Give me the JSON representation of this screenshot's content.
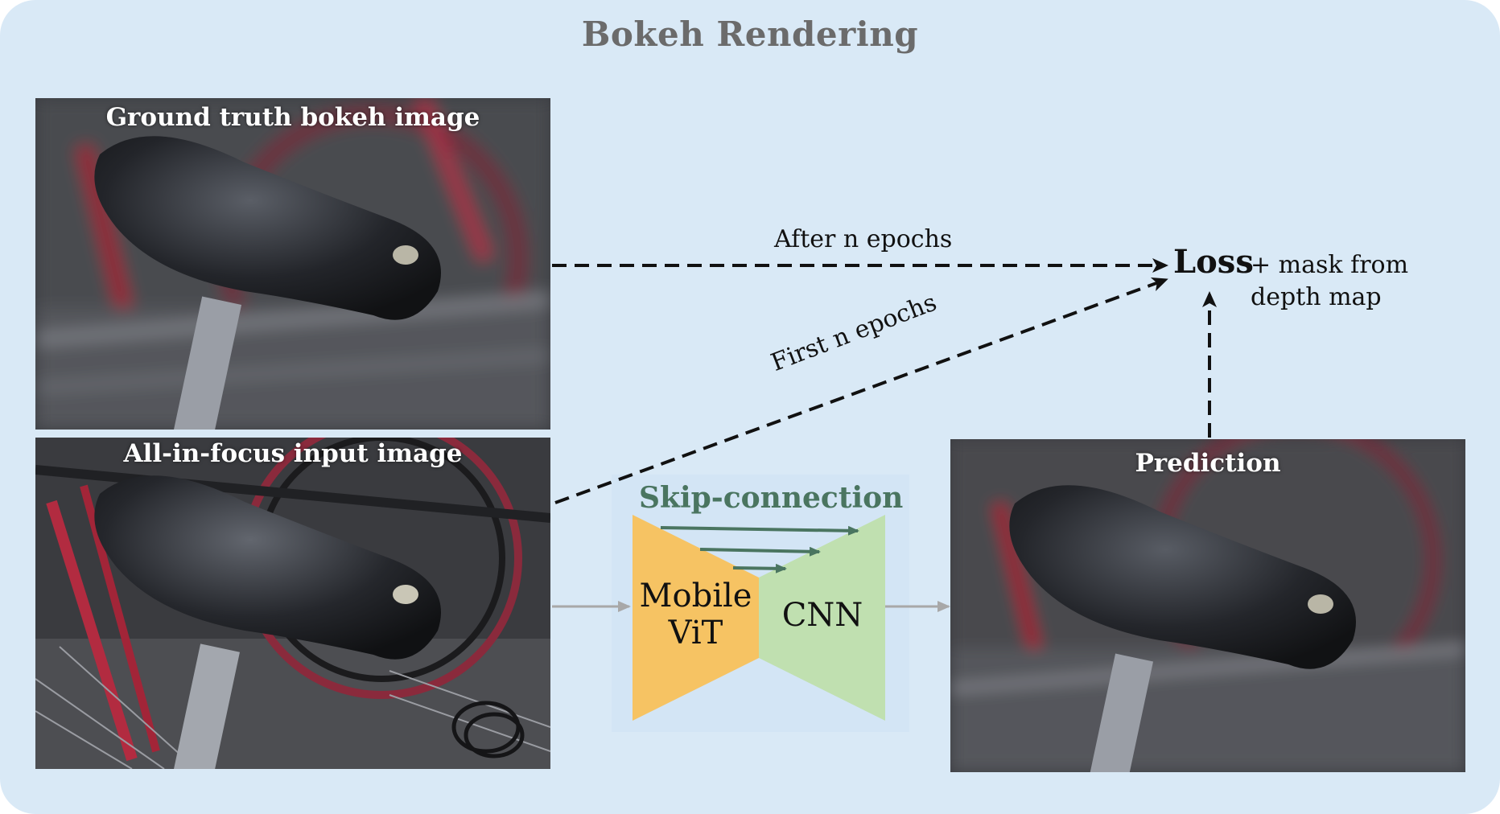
{
  "title": "Bokeh Rendering",
  "images": {
    "ground_truth": {
      "label": "Ground truth bokeh image"
    },
    "input": {
      "label": "All-in-focus input image"
    },
    "prediction": {
      "label": "Prediction"
    }
  },
  "arrows": {
    "after_label": "After n epochs",
    "first_label": "First n epochs"
  },
  "loss": {
    "label": "Loss",
    "note_line1": "+ mask from",
    "note_line2": "depth map"
  },
  "model": {
    "skip_label": "Skip-connection",
    "encoder_line1": "Mobile",
    "encoder_line2": "ViT",
    "decoder_label": "CNN"
  },
  "colors": {
    "panel": "#d9e9f6",
    "encoder": "#f6c363",
    "decoder": "#c0e0b0",
    "skip": "#4a7560",
    "gray_arrow": "#a8a8a8"
  }
}
